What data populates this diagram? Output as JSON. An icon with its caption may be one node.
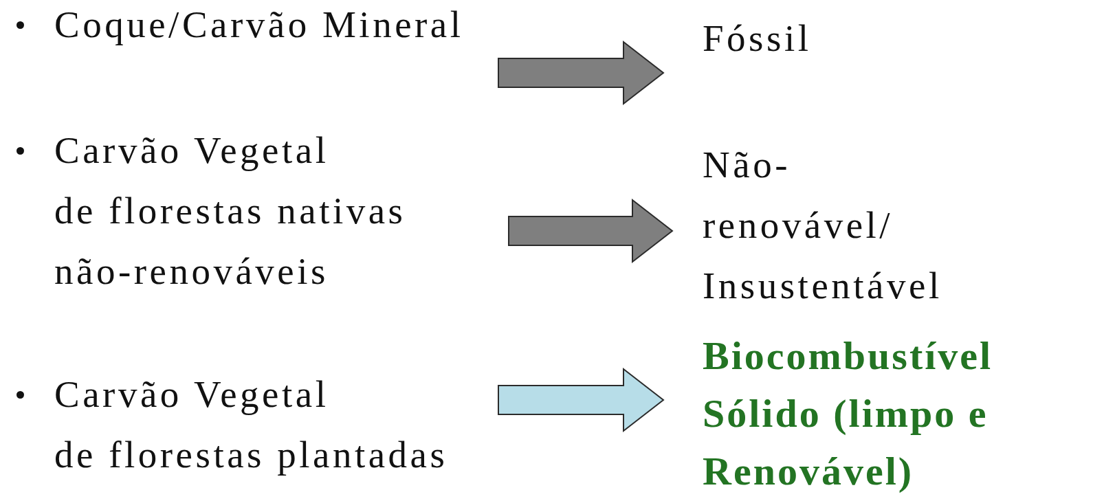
{
  "diagram": {
    "nodes": [
      {
        "text": [
          "Coque/Carvão Mineral"
        ]
      },
      {
        "text": [
          "Fóssil"
        ]
      },
      {
        "text": [
          "Carvão Vegetal de florestas nativas não-renováveis"
        ]
      },
      {
        "text": [
          "Não-renovável/ Insustentável"
        ]
      },
      {
        "text": [
          "Carvão Vegetal de florestas plantadas"
        ]
      },
      {
        "text": [
          "Biocombustível Sólido (limpo e Renovável)"
        ]
      }
    ],
    "edges": [
      {
        "from": 0,
        "to": 1,
        "arrow": "to"
      },
      {
        "from": 2,
        "to": 3,
        "arrow": "to"
      },
      {
        "from": 4,
        "to": 5,
        "arrow": "to",
        "color": "#b7dde8"
      }
    ]
  }
}
